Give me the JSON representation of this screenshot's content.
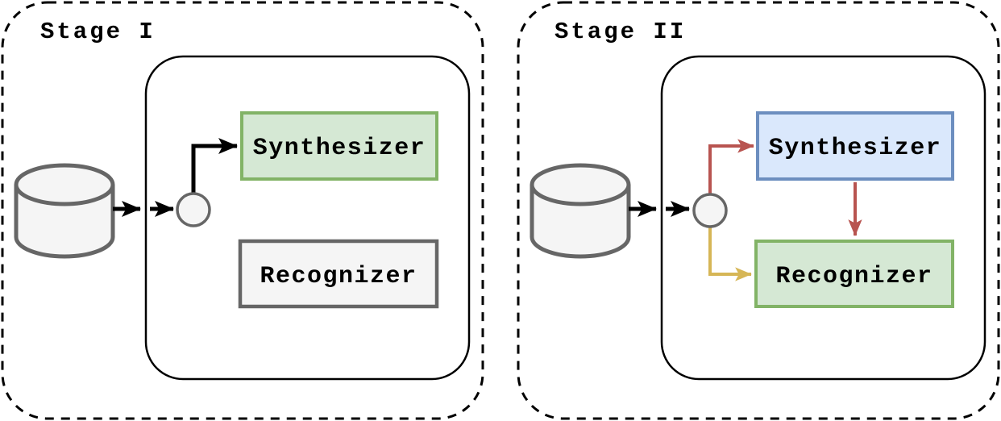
{
  "stage1": {
    "label": "Stage I",
    "synthesizer": "Synthesizer",
    "recognizer": "Recognizer"
  },
  "stage2": {
    "label": "Stage II",
    "synthesizer": "Synthesizer",
    "recognizer": "Recognizer"
  },
  "colors": {
    "black": "#000000",
    "green_fill": "#d5e8d4",
    "green_stroke": "#82b366",
    "blue_fill": "#dae8fc",
    "blue_stroke": "#6c8ebf",
    "gray_fill": "#f5f5f5",
    "gray_stroke": "#666666",
    "red_arrow": "#b85450",
    "yellow_arrow": "#d6b656"
  }
}
